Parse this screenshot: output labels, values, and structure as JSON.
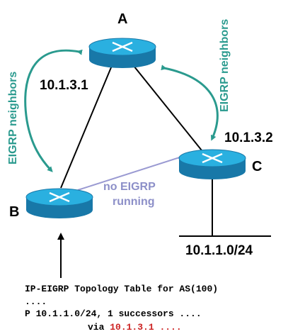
{
  "routers": {
    "a": {
      "name": "A",
      "ip": "10.1.3.1"
    },
    "b": {
      "name": "B"
    },
    "c": {
      "name": "C",
      "ip": "10.1.3.2"
    }
  },
  "labels": {
    "neighbors_left": "EIGRP neighbors",
    "neighbors_right": "EIGRP neighbors",
    "no_eigrp_line1": "no EIGRP",
    "no_eigrp_line2": "running",
    "network": "10.1.1.0/24"
  },
  "topology_table": {
    "line1": "IP-EIGRP Topology Table for AS(100)",
    "line2": "....",
    "line3": "P 10.1.1.0/24, 1 successors ....",
    "line4_prefix": "via ",
    "line4_ip": "10.1.3.1",
    "line4_suffix": " ...."
  },
  "colors": {
    "router_body": "#1f8fbf",
    "router_top": "#2ab0e0",
    "teal_arrow": "#2a9a8e",
    "no_eigrp_line": "#9a9ad2",
    "highlight": "#cc2222"
  }
}
